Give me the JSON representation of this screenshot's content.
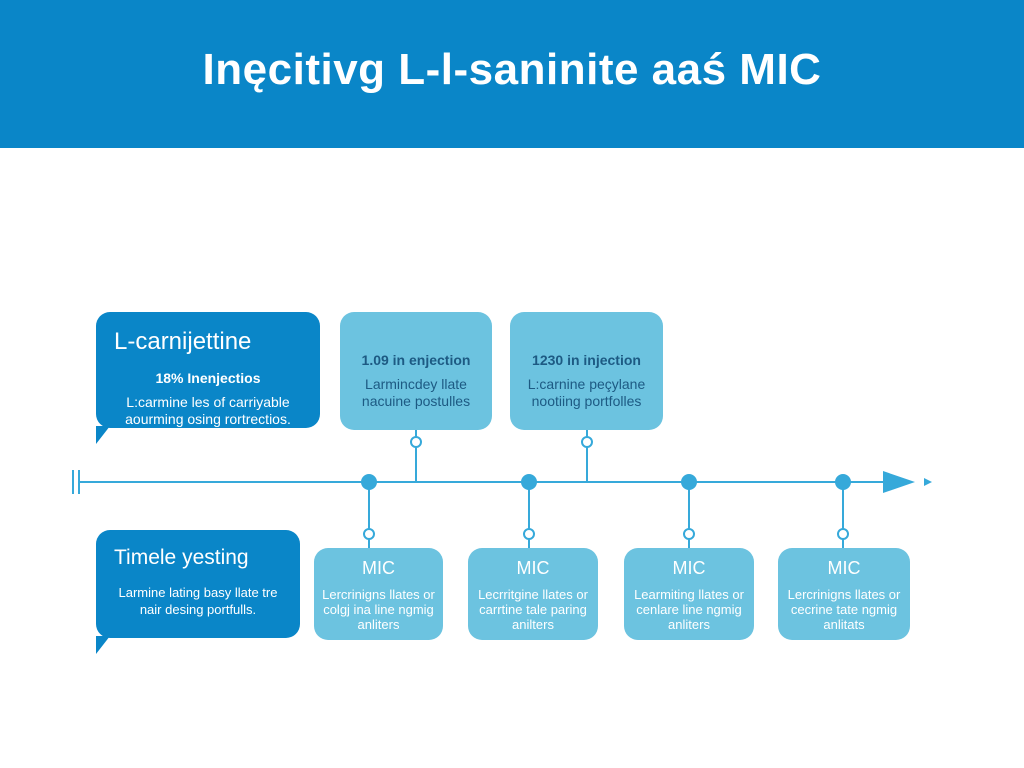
{
  "header": {
    "title": "Inęcitivg L-l-saninite aaś MIC"
  },
  "left_top": {
    "title": "L-carnijettine",
    "sub": "18% Inenjectios",
    "body": "L:carmine les of carriyable aourming osing rortrectios."
  },
  "left_bottom": {
    "title": "Timele yesting",
    "body": "Larmine lating basy llate tre nair desing portfulls."
  },
  "top_cards": [
    {
      "sub": "1.09 in enjection",
      "body": "Larmincdey llate nacuine postulles"
    },
    {
      "sub": "1230 in injection",
      "body": "L:carnine peçylane nootiing portfolles"
    }
  ],
  "bottom_cards": [
    {
      "title": "MIC",
      "body": "Lercrinigns llates or colgj ina line ngmig anliters"
    },
    {
      "title": "MIC",
      "body": "Lecrritgine llates or carrtine tale paring anilters"
    },
    {
      "title": "MIC",
      "body": "Learmiting llates or cenlare line ngmig anliters"
    },
    {
      "title": "MIC",
      "body": "Lercrinigns llates or cecrine tate ngmig anlitats"
    }
  ],
  "colors": {
    "header": "#0a86c8",
    "dark_card": "#0a86c8",
    "light_card": "#6cc3e0",
    "line": "#36a9da"
  }
}
